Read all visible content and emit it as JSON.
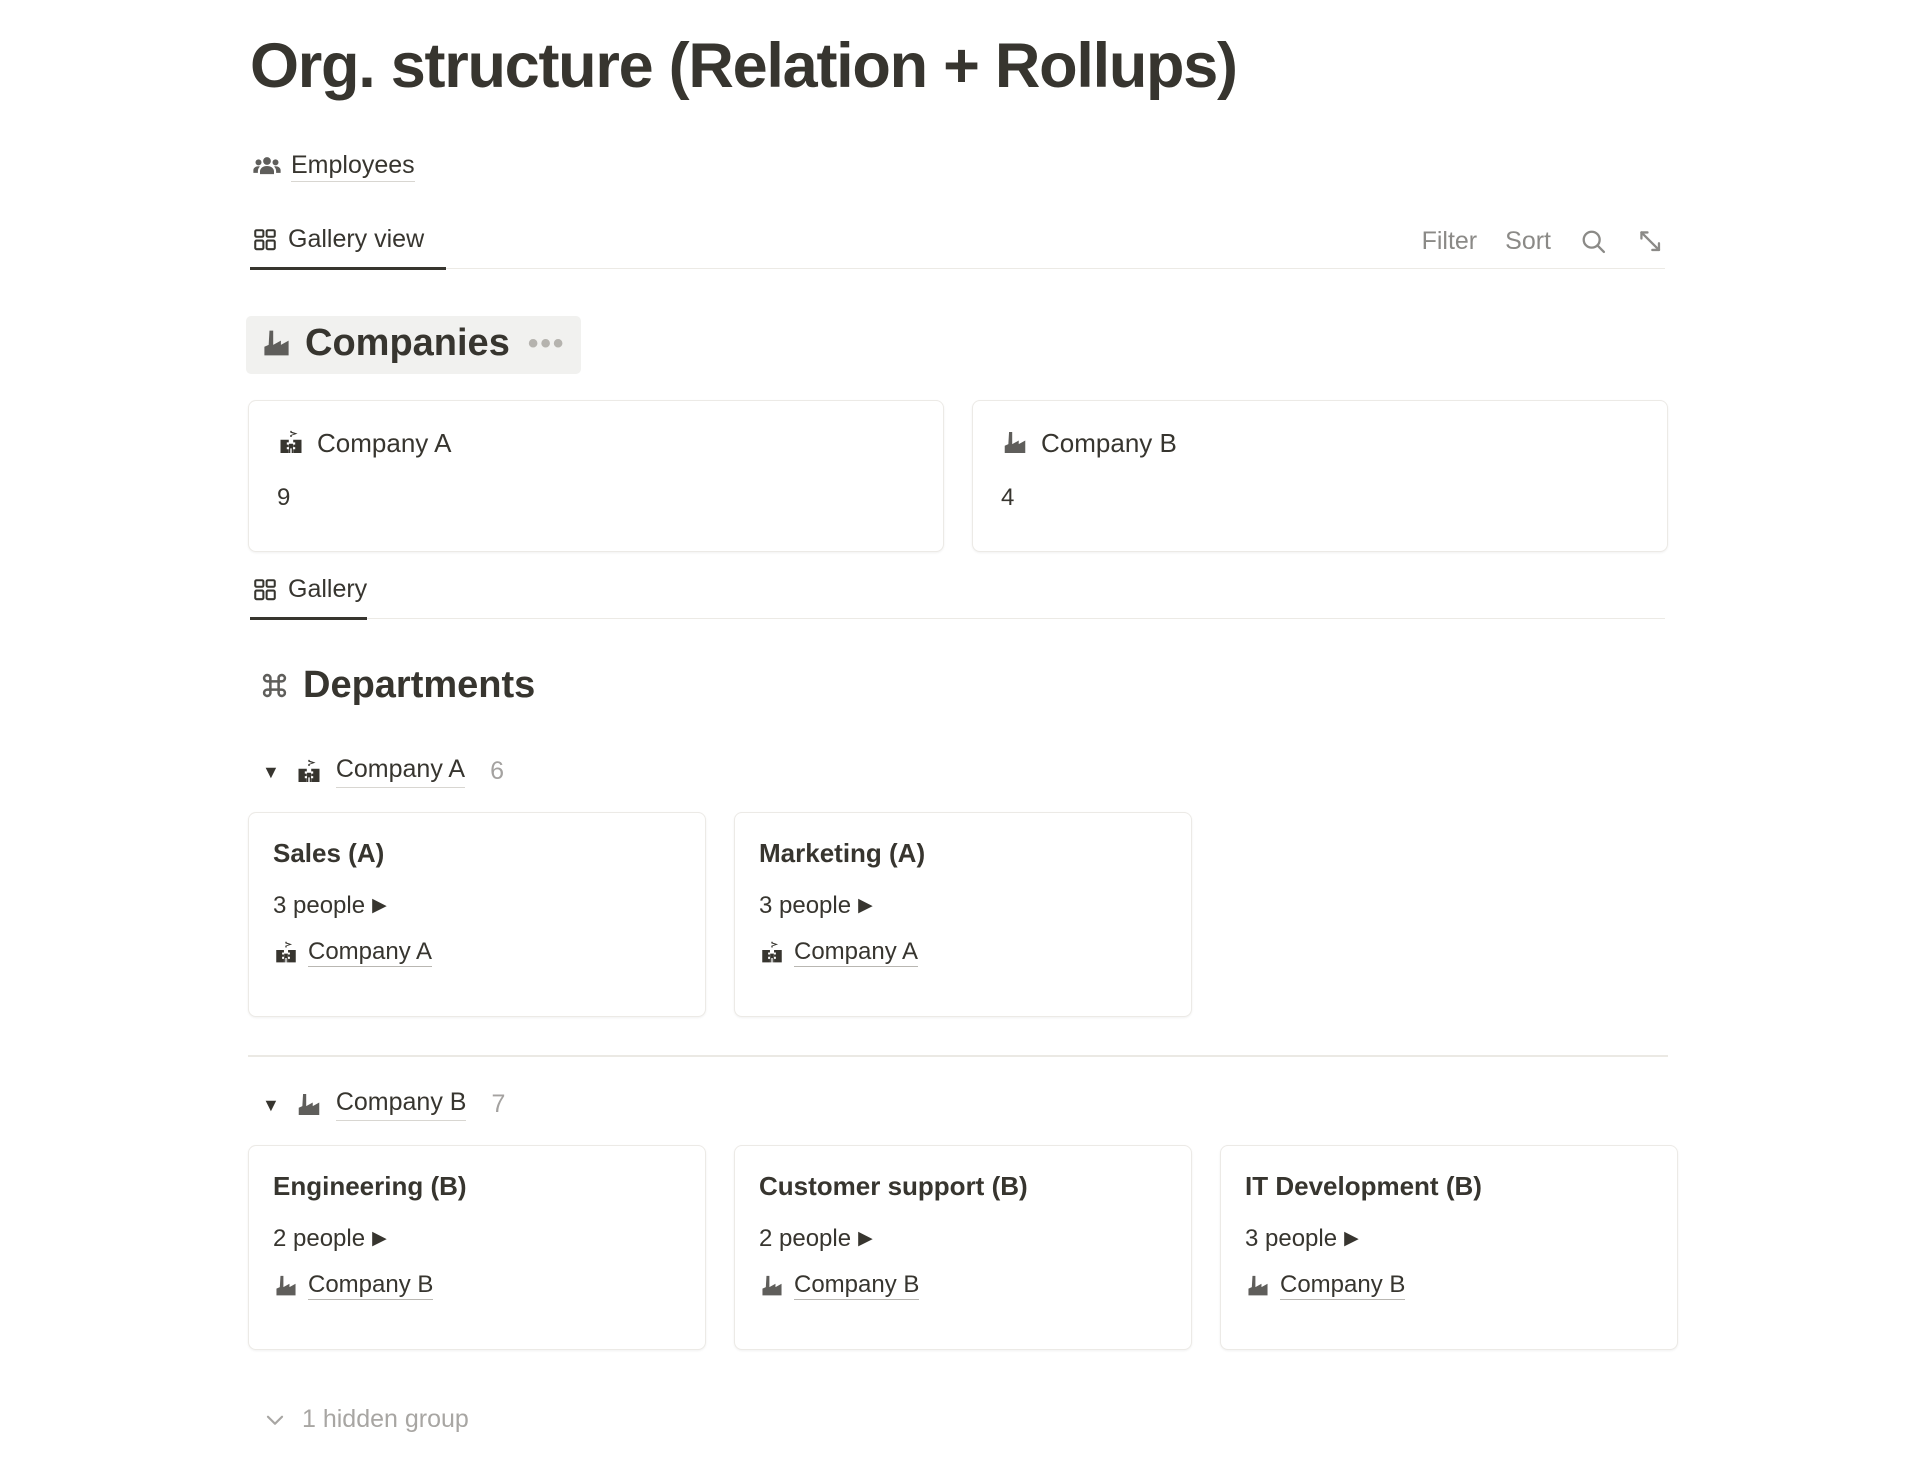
{
  "page": {
    "title": "Org. structure (Relation + Rollups)"
  },
  "source": {
    "icon": "people-group-icon",
    "label": "Employees"
  },
  "toolbars": [
    {
      "tab": {
        "icon": "gallery-grid-icon",
        "label": "Gallery view",
        "active": true
      },
      "actions": {
        "filter": "Filter",
        "sort": "Sort",
        "search_icon": "search-icon",
        "expand_icon": "expand-diagonal-icon"
      }
    },
    {
      "tab": {
        "icon": "gallery-grid-icon",
        "label": "Gallery",
        "active": true
      }
    }
  ],
  "sections": {
    "companies": {
      "icon": "factory-building-icon",
      "heading": "Companies",
      "menu_dots": "•••",
      "cards": [
        {
          "icon": "school-building-icon",
          "title": "Company A",
          "count": "9"
        },
        {
          "icon": "factory-building-icon",
          "title": "Company B",
          "count": "4"
        }
      ]
    },
    "departments": {
      "icon": "place-of-interest-icon",
      "heading": "Departments",
      "groups": [
        {
          "caret": "▼",
          "icon": "school-building-icon",
          "name": "Company A",
          "count": "6",
          "cards": [
            {
              "title": "Sales (A)",
              "people": "3 people",
              "people_arrow": "▶",
              "relation_icon": "school-building-icon",
              "relation": "Company A"
            },
            {
              "title": "Marketing (A)",
              "people": "3 people",
              "people_arrow": "▶",
              "relation_icon": "school-building-icon",
              "relation": "Company A"
            }
          ]
        },
        {
          "caret": "▼",
          "icon": "factory-building-icon",
          "name": "Company B",
          "count": "7",
          "cards": [
            {
              "title": "Engineering (B)",
              "people": "2 people",
              "people_arrow": "▶",
              "relation_icon": "factory-building-icon",
              "relation": "Company B"
            },
            {
              "title": "Customer support (B)",
              "people": "2 people",
              "people_arrow": "▶",
              "relation_icon": "factory-building-icon",
              "relation": "Company B"
            },
            {
              "title": "IT Development (B)",
              "people": "3 people",
              "people_arrow": "▶",
              "relation_icon": "factory-building-icon",
              "relation": "Company B"
            }
          ]
        }
      ],
      "hidden_group": {
        "caret": "chevron-down-icon",
        "label": "1 hidden group"
      }
    }
  },
  "colors": {
    "text": "#37352f",
    "muted": "#9b9a97",
    "border": "#eceae6",
    "heading_bg": "#f1f1ef"
  }
}
